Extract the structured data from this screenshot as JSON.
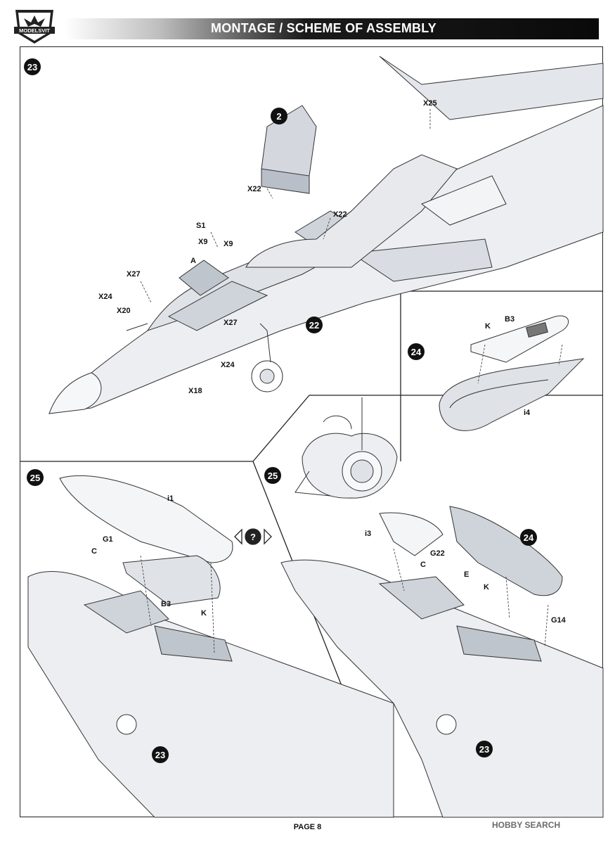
{
  "header": {
    "logo_text": "MODELSVIT",
    "title": "MONTAGE / SCHEME OF ASSEMBLY"
  },
  "steps": {
    "s23_main": "23",
    "s2": "2",
    "s22": "22",
    "s24": "24",
    "s25_left": "25",
    "s25_right": "25",
    "s24_ref": "24",
    "s23_left": "23",
    "s23_right": "23"
  },
  "parts": {
    "x25": "X25",
    "x22a": "X22",
    "x22b": "X22",
    "s1": "S1",
    "x9a": "X9",
    "x9b": "X9",
    "a": "A",
    "x27a": "X27",
    "x24a": "X24",
    "x20": "X20",
    "x27b": "X27",
    "x24b": "X24",
    "x18": "X18",
    "b3_top": "B3",
    "k_top": "K",
    "i4": "i4",
    "i1": "i1",
    "g1": "G1",
    "c_left": "C",
    "b3_left": "B3",
    "k_left": "K",
    "i3": "i3",
    "g22": "G22",
    "c_right": "C",
    "e_right": "E",
    "k_right": "K",
    "g14": "G14"
  },
  "footer": {
    "page": "PAGE 8",
    "watermark": "HOBBY SEARCH"
  }
}
